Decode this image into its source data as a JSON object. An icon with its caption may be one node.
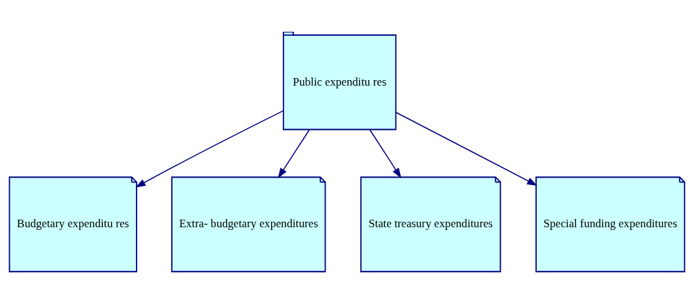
{
  "diagram": {
    "nodes": [
      {
        "text": [
          "Public expenditu res"
        ]
      },
      {
        "text": [
          "Budgetary expenditu res"
        ]
      },
      {
        "text": [
          "Extra- budgetary expenditures"
        ]
      },
      {
        "text": [
          "State treasury expenditures"
        ]
      },
      {
        "text": [
          "Special funding expenditures"
        ]
      }
    ],
    "edges": [
      {
        "from": 0,
        "to": 1,
        "arrow": "to"
      },
      {
        "from": 0,
        "to": 2,
        "arrow": "to"
      },
      {
        "from": 0,
        "to": 3,
        "arrow": "to"
      },
      {
        "from": 0,
        "to": 4,
        "arrow": "to"
      }
    ]
  }
}
